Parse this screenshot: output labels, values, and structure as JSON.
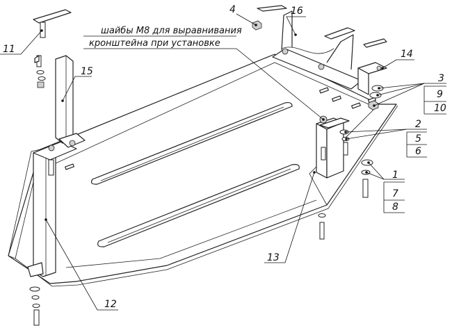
{
  "note": {
    "line1": "шайбы М8 для выравнивания",
    "line2": "кронштейна при установке"
  },
  "callouts": {
    "c1": "1",
    "c2": "2",
    "c3": "3",
    "c4": "4",
    "c5": "5",
    "c6": "6",
    "c7": "7",
    "c8": "8",
    "c9": "9",
    "c10": "10",
    "c11": "11",
    "c12": "12",
    "c13": "13",
    "c14": "14",
    "c15": "15",
    "c16": "16"
  }
}
